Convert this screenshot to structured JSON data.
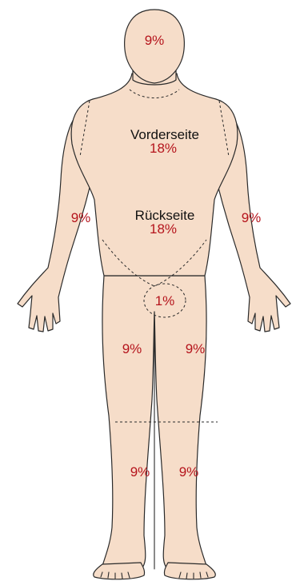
{
  "colors": {
    "skin": "#f6ddc9",
    "outline": "#2a2a2a",
    "percent_text": "#b5141c",
    "label_text": "#111111"
  },
  "regions": {
    "head": "9%",
    "trunk_front_label": "Vorderseite",
    "trunk_front_value": "18%",
    "trunk_back_label": "Rückseite",
    "trunk_back_value": "18%",
    "arm_right": "9%",
    "arm_left": "9%",
    "genital": "1%",
    "thigh_right": "9%",
    "thigh_left": "9%",
    "lower_leg_right": "9%",
    "lower_leg_left": "9%"
  }
}
